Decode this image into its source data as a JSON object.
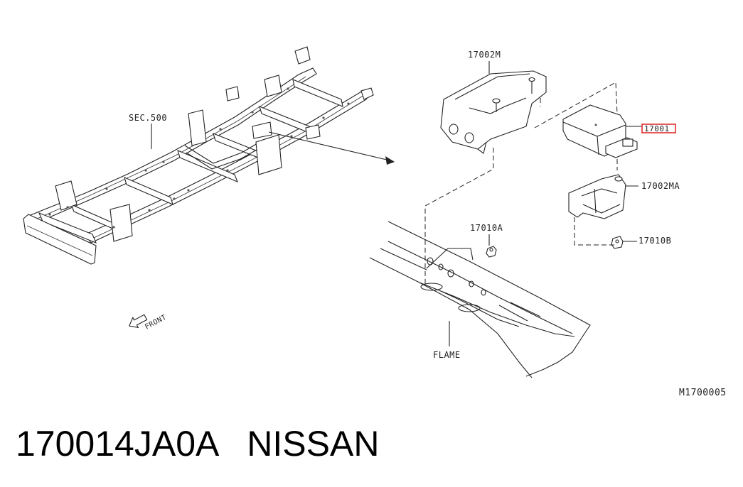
{
  "labels": {
    "sec500": "SEC.500",
    "front": "FRONT",
    "p17002m": "17002M",
    "p17001": "17001",
    "p17002ma": "17002MA",
    "p17010a": "17010A",
    "p17010b": "17010B",
    "flame": "FLAME",
    "ref": "M1700005"
  },
  "caption": {
    "part_number": "170014JA0A",
    "brand": "NISSAN"
  },
  "colors": {
    "line": "#222222",
    "highlight_box": "#e02020",
    "background": "#ffffff"
  }
}
